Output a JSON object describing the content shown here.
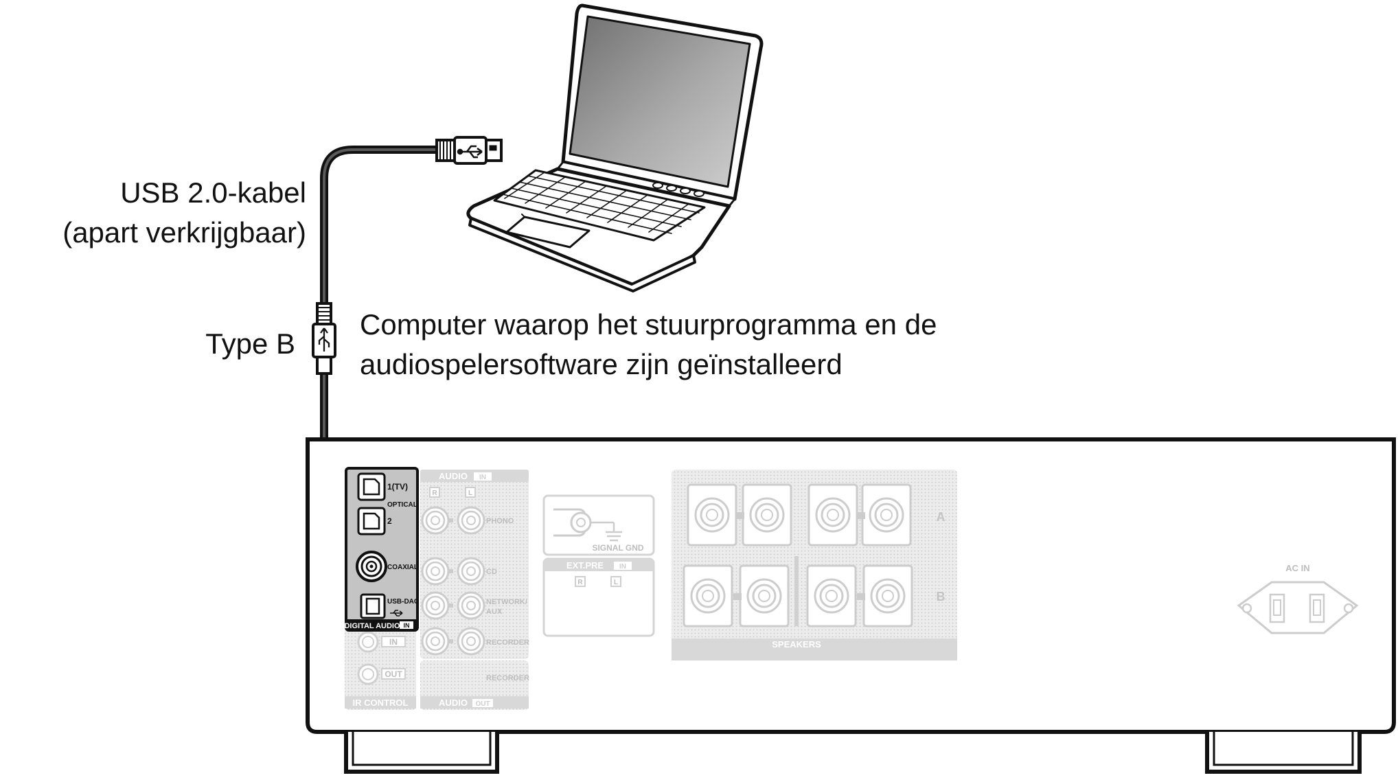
{
  "callouts": {
    "cable_line1": "USB 2.0-kabel",
    "cable_line2": "(apart verkrijgbaar)",
    "type_b": "Type B",
    "computer_line1": "Computer waarop het stuurprogramma en de",
    "computer_line2": "audiospelersoftware zijn geïnstalleerd"
  },
  "panel": {
    "optical_1": "1(TV)",
    "optical_label": "OPTICAL",
    "optical_2": "2",
    "coaxial": "COAXIAL",
    "usb_dac": "USB-DAC",
    "digital_audio": "DIGITAL AUDIO",
    "in_badge": "IN",
    "out_badge": "OUT",
    "audio": "AUDIO",
    "r": "R",
    "l": "L",
    "phono": "PHONO",
    "cd": "CD",
    "network_aux_1": "NETWORK/",
    "network_aux_2": "AUX",
    "recorder": "RECORDER",
    "ir_control": "IR CONTROL",
    "signal_gnd": "SIGNAL GND",
    "ext_pre": "EXT.PRE",
    "speakers": "SPEAKERS",
    "speaker_a": "A",
    "speaker_b": "B",
    "ac_in": "AC IN"
  },
  "colors": {
    "line": "#111111",
    "inactive_panel": "#dcdcdc",
    "active_panel": "#c4c4c4",
    "inactive_text": "#bdbdbd",
    "laptop_screen": "#8f8f8f"
  }
}
